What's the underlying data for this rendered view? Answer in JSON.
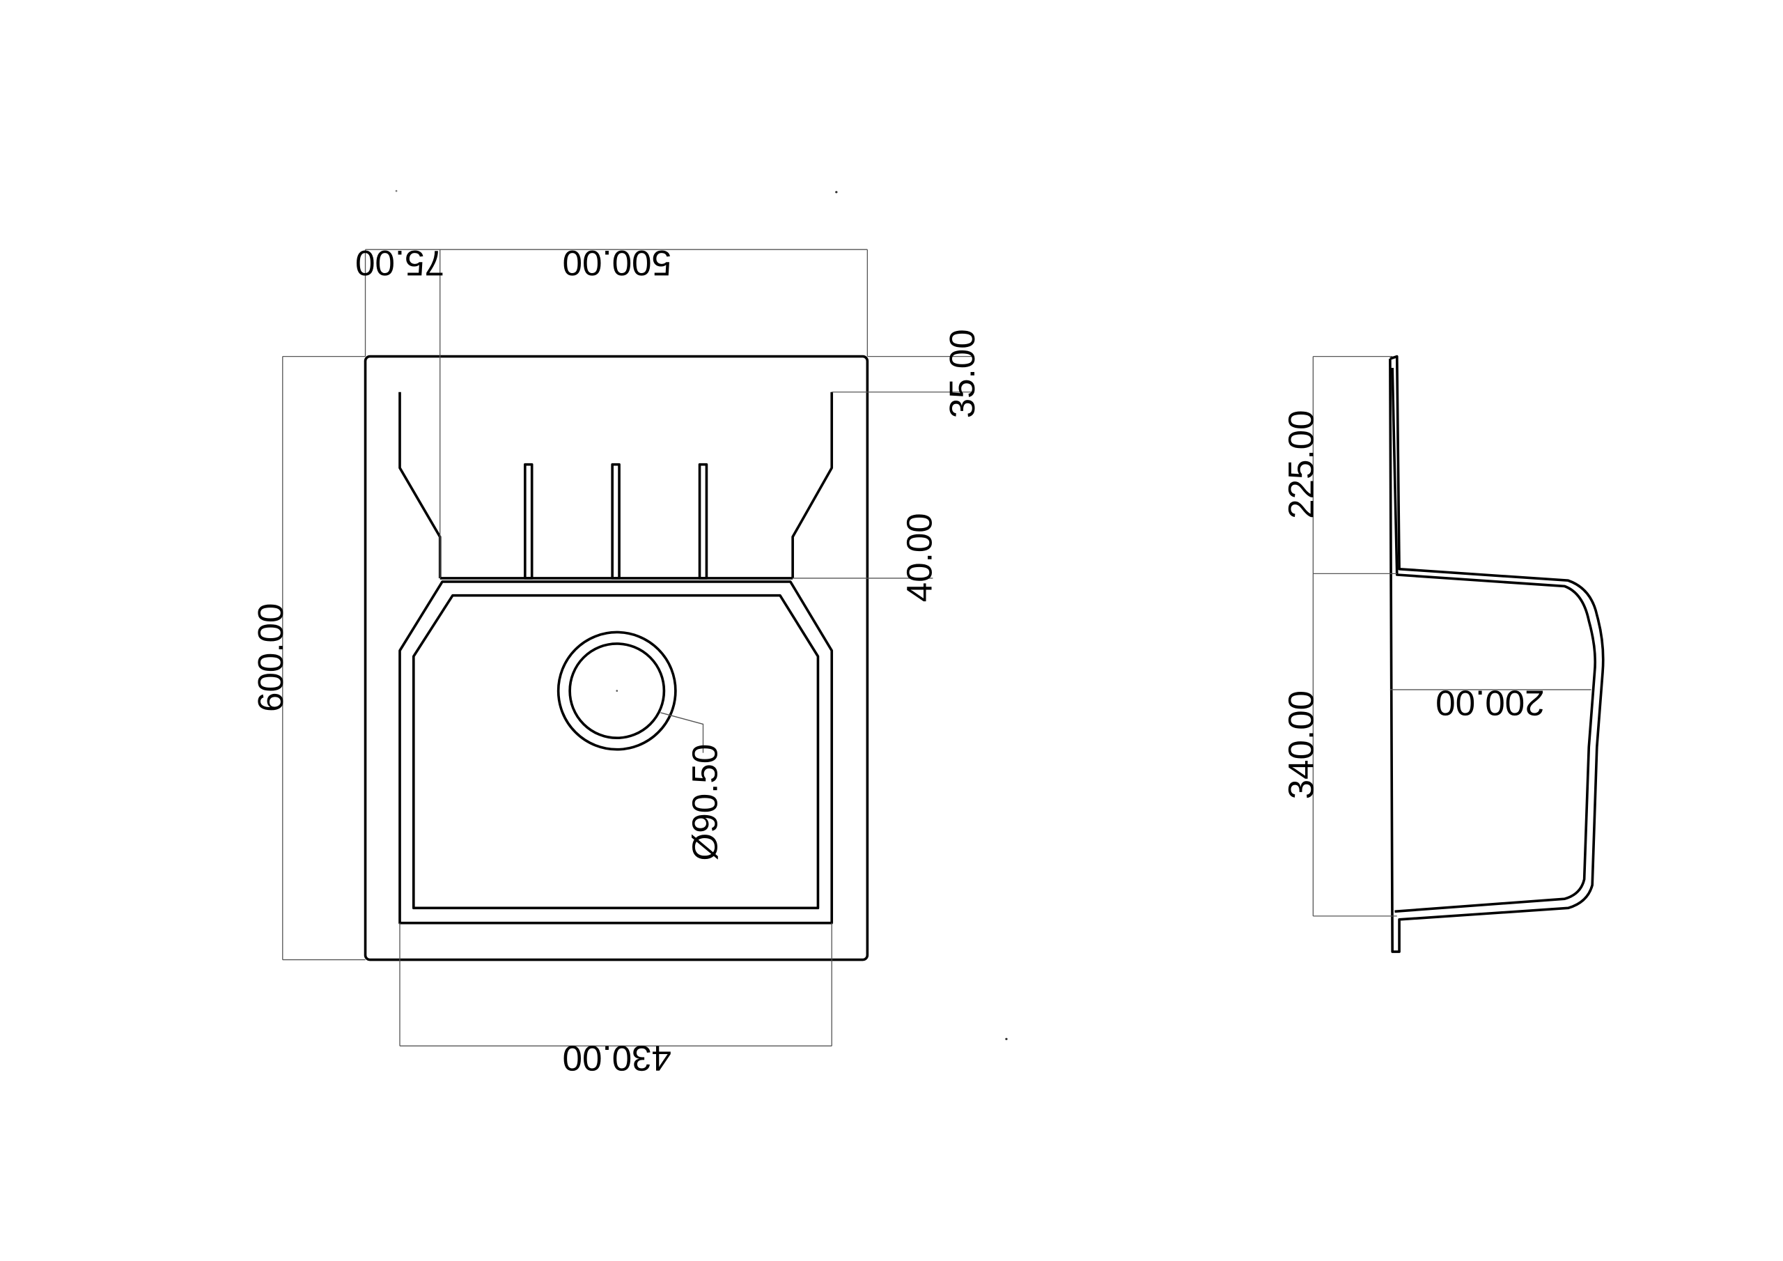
{
  "drawing": {
    "top_view": {
      "dim_overall_width": "500.00",
      "dim_edge_to_drainer": "75.00",
      "dim_top_rim": "35.00",
      "dim_rib_gap": "40.00",
      "dim_overall_depth": "600.00",
      "dim_bowl_width": "430.00",
      "dim_drain_diameter": "Ø90.50"
    },
    "side_view": {
      "dim_drainer_length": "225.00",
      "dim_bowl_length": "340.00",
      "dim_bowl_depth": "200.00"
    }
  }
}
